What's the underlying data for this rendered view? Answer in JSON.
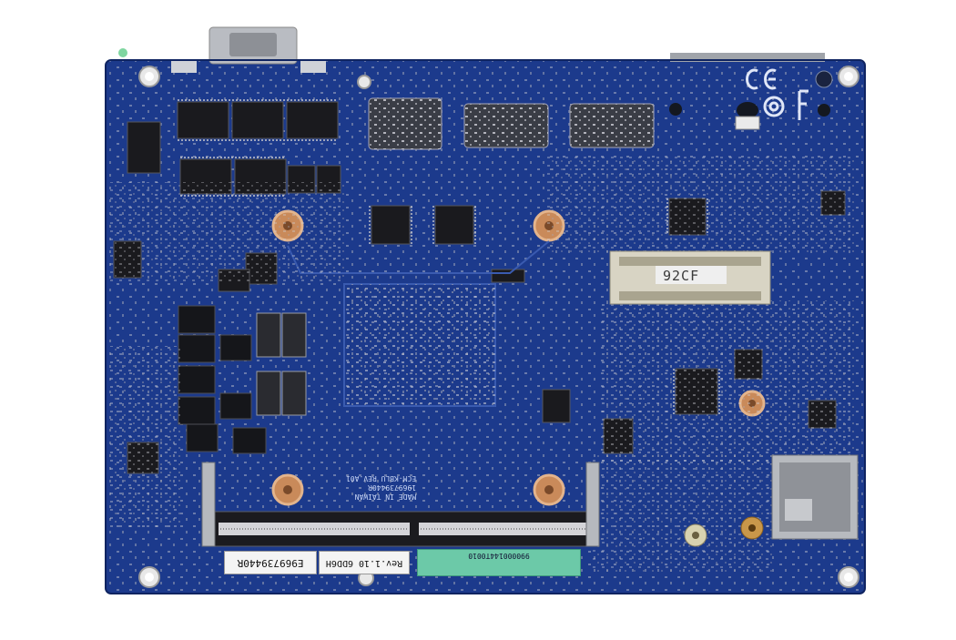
{
  "board": {
    "pcb_color": "#1c3a8c",
    "pad_color": "#c98a5a",
    "sticker_green": "#6cc9a8"
  },
  "labels": {
    "minipcie_sticker": "92CF",
    "sticker_left": "E969739440R",
    "sticker_mid": "Rev.1.10 6DD6H",
    "sticker_barcode": "990000144T0010",
    "silk_model": "ECM-KBLU REV.A01",
    "silk_pn": "1969739440R",
    "silk_made": "MADE IN TAIWAN"
  }
}
